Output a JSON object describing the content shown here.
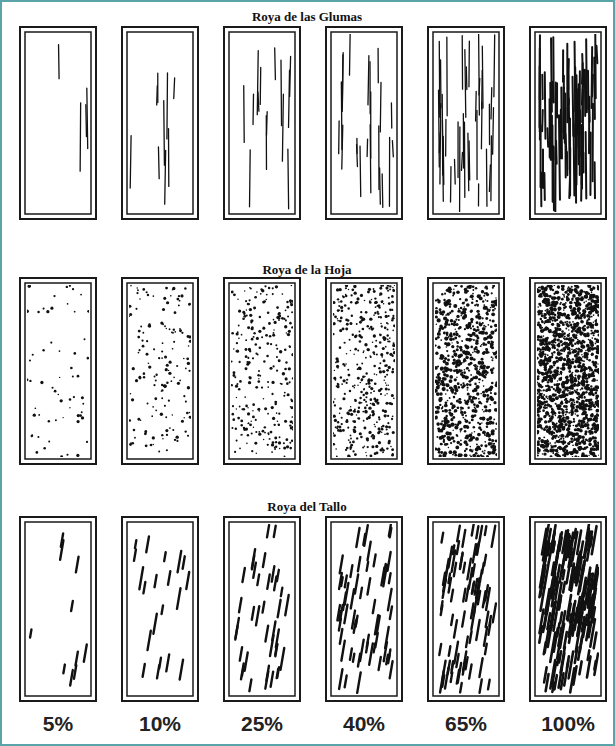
{
  "diagram": {
    "labels": [
      "Roya de las Glumas",
      "Roya de la Hoja",
      "Roya del Tallo",
      "5%",
      "10%",
      "25%",
      "40%",
      "65%",
      "100%"
    ]
  }
}
